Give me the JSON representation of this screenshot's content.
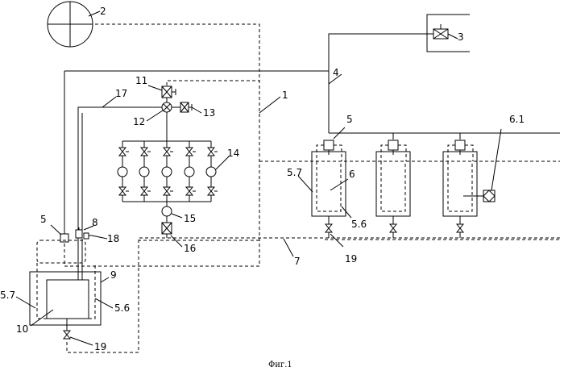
{
  "labels": {
    "l2": "2",
    "l3": "3",
    "l4": "4",
    "l1": "1",
    "l5a": "5",
    "l6_1": "6.1",
    "l11": "11",
    "l17": "17",
    "l12": "12",
    "l13": "13",
    "l14": "14",
    "l5_7a": "5.7",
    "l6": "6",
    "l5_6a": "5.6",
    "l15": "15",
    "l5b": "5",
    "l8": "8",
    "l18": "18",
    "l16": "16",
    "l7": "7",
    "l19a": "19",
    "l9": "9",
    "l5_7b": "5.7",
    "l5_6b": "5.6",
    "l10": "10",
    "l19b": "19"
  },
  "caption": "Фиг.1"
}
